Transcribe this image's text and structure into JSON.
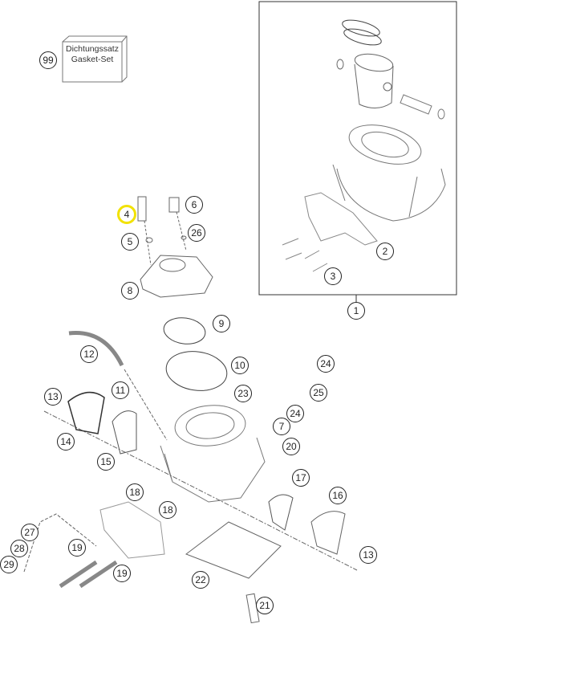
{
  "gasket_set": {
    "label_de": "Dichtungssatz",
    "label_en": "Gasket-Set",
    "number": "99"
  },
  "highlight_color": "#f2e200",
  "callouts": [
    {
      "id": "c99",
      "label": "99"
    },
    {
      "id": "c4",
      "label": "4",
      "highlighted": true
    },
    {
      "id": "c6",
      "label": "6"
    },
    {
      "id": "c5",
      "label": "5"
    },
    {
      "id": "c26",
      "label": "26"
    },
    {
      "id": "c8",
      "label": "8"
    },
    {
      "id": "c2",
      "label": "2"
    },
    {
      "id": "c3",
      "label": "3"
    },
    {
      "id": "c1",
      "label": "1"
    },
    {
      "id": "c9",
      "label": "9"
    },
    {
      "id": "c12",
      "label": "12"
    },
    {
      "id": "c10",
      "label": "10"
    },
    {
      "id": "c24a",
      "label": "24"
    },
    {
      "id": "c11",
      "label": "11"
    },
    {
      "id": "c23",
      "label": "23"
    },
    {
      "id": "c25",
      "label": "25"
    },
    {
      "id": "c13a",
      "label": "13"
    },
    {
      "id": "c24b",
      "label": "24"
    },
    {
      "id": "c7",
      "label": "7"
    },
    {
      "id": "c14",
      "label": "14"
    },
    {
      "id": "c20",
      "label": "20"
    },
    {
      "id": "c15",
      "label": "15"
    },
    {
      "id": "c17",
      "label": "17"
    },
    {
      "id": "c18a",
      "label": "18"
    },
    {
      "id": "c16",
      "label": "16"
    },
    {
      "id": "c18b",
      "label": "18"
    },
    {
      "id": "c27",
      "label": "27"
    },
    {
      "id": "c28",
      "label": "28"
    },
    {
      "id": "c19a",
      "label": "19"
    },
    {
      "id": "c13b",
      "label": "13"
    },
    {
      "id": "c29",
      "label": "29"
    },
    {
      "id": "c19b",
      "label": "19"
    },
    {
      "id": "c22",
      "label": "22"
    },
    {
      "id": "c21",
      "label": "21"
    }
  ]
}
